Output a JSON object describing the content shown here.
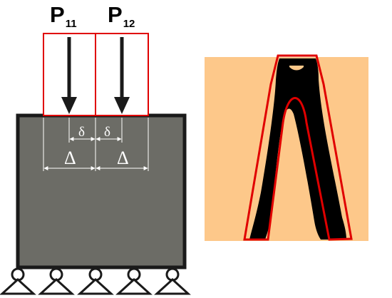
{
  "loads": [
    {
      "base": "P",
      "sub": "11"
    },
    {
      "base": "P",
      "sub": "12"
    }
  ],
  "dimensions": {
    "small_offset_label": "δ",
    "large_offset_label": "Δ"
  },
  "colors": {
    "domain_fill": "#6c6c66",
    "domain_border": "#1a1a1a",
    "load_patch_outline": "#e00000",
    "arrow": "#1a1a1a",
    "dimension_lines": "#ffffff",
    "design_background": "#fdc88a",
    "material": "#000000",
    "design_outline": "#e00000",
    "support": "#1a1a1a"
  },
  "supports": {
    "count": 5,
    "icon": "pin-support-icon"
  }
}
